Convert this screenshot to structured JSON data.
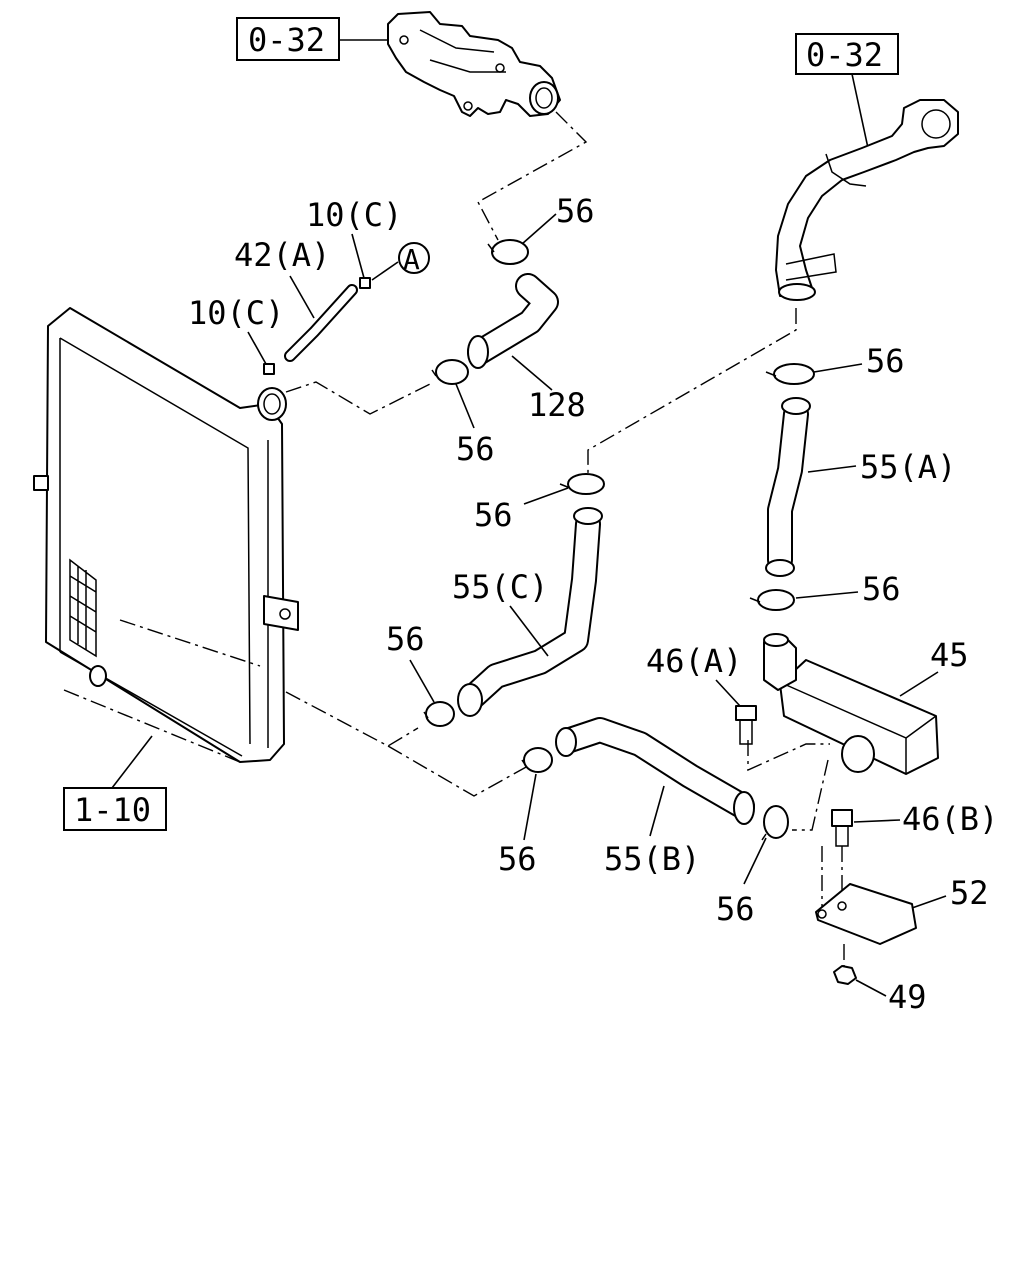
{
  "diagram": {
    "refs": {
      "ref_top_left": "0-32",
      "ref_top_right": "0-32",
      "ref_radiator": "1-10"
    },
    "callouts": {
      "c_10c_top": "10(C)",
      "c_10c_left": "10(C)",
      "c_42a": "42(A)",
      "c_circle_a": "A",
      "c_56_1": "56",
      "c_128": "128",
      "c_56_2": "56",
      "c_56_3": "56",
      "c_56_4": "56",
      "c_55a": "55(A)",
      "c_56_5": "56",
      "c_55c": "55(C)",
      "c_56_6": "56",
      "c_46a": "46(A)",
      "c_45": "45",
      "c_56_7": "56",
      "c_55b": "55(B)",
      "c_56_8": "56",
      "c_46b": "46(B)",
      "c_52": "52",
      "c_49": "49"
    }
  }
}
